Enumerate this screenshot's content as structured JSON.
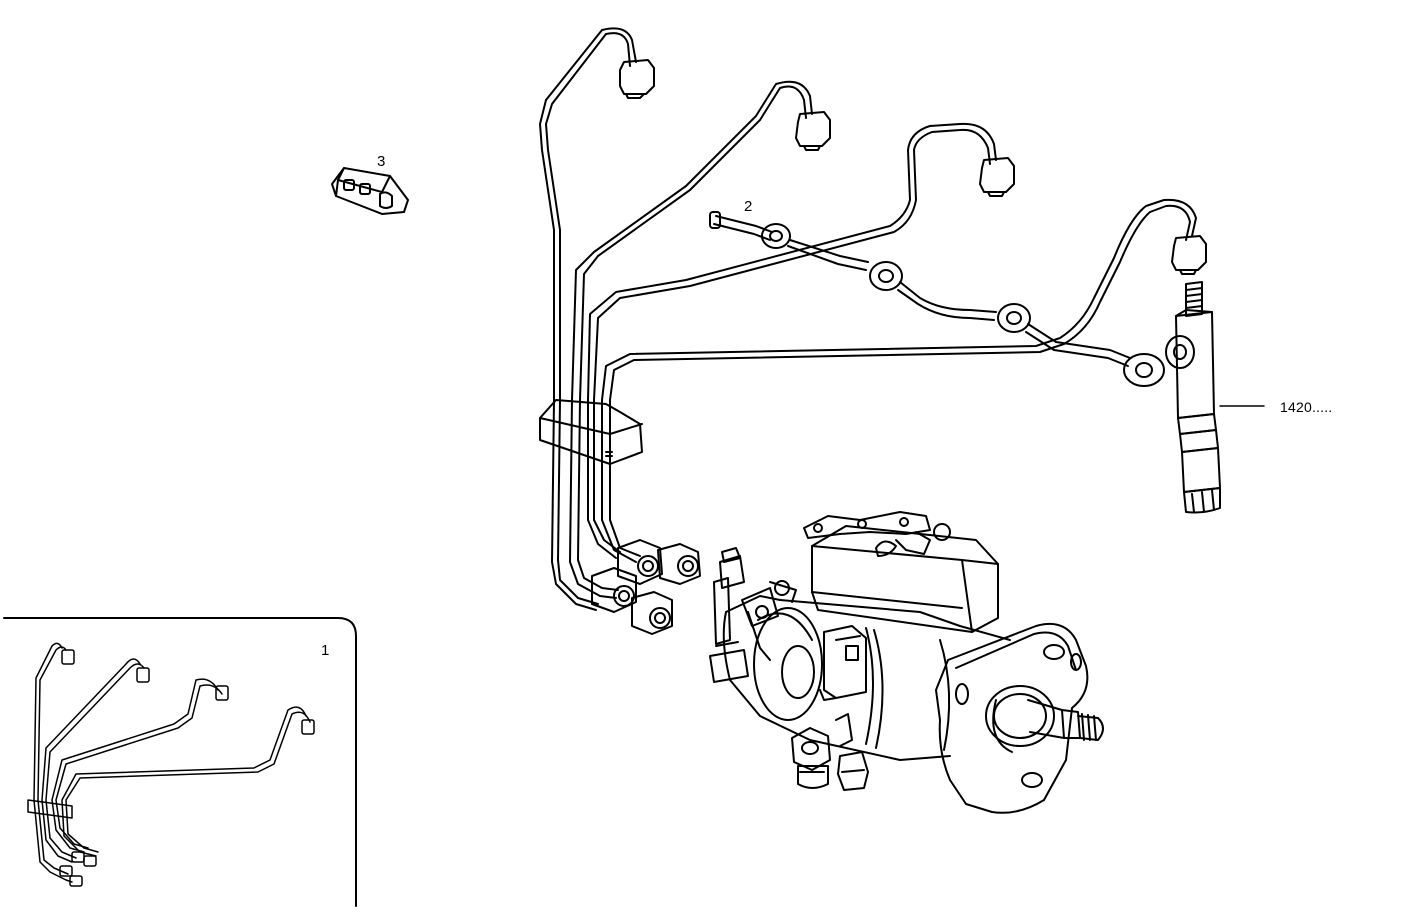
{
  "diagram": {
    "callouts": {
      "inset_label": "1",
      "return_pipe_label": "2",
      "clamp_label": "3",
      "injector_ref": "1420....."
    },
    "colors": {
      "line": "#000000",
      "background": "#ffffff"
    },
    "parts": [
      "injection-pump",
      "injector",
      "high-pressure-pipes",
      "pipe-clamp",
      "leak-off-pipe",
      "pipe-set-inset"
    ]
  }
}
